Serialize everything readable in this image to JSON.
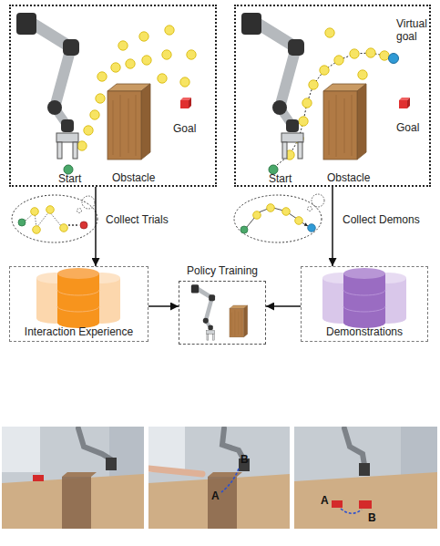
{
  "diagram": {
    "nodes": [
      {
        "text": [
          "Start",
          "Obstacle",
          "Goal"
        ]
      },
      {
        "text": [
          "Virtual goal",
          "Start",
          "Obstacle",
          "Goal"
        ]
      },
      {
        "text": [
          "Interaction Experience"
        ]
      },
      {
        "text": [
          "Policy Training"
        ]
      },
      {
        "text": [
          "Demonstrations"
        ]
      }
    ],
    "edges": [
      {
        "from": 0,
        "to": 2,
        "label": "Collect Trials",
        "arrow": "to"
      },
      {
        "from": 1,
        "to": 4,
        "label": "Collect Demons",
        "arrow": "to"
      },
      {
        "from": 2,
        "to": 3,
        "arrow": "to"
      },
      {
        "from": 4,
        "to": 3,
        "arrow": "to"
      }
    ],
    "labels": [
      "B",
      "A",
      "A",
      "B"
    ]
  }
}
